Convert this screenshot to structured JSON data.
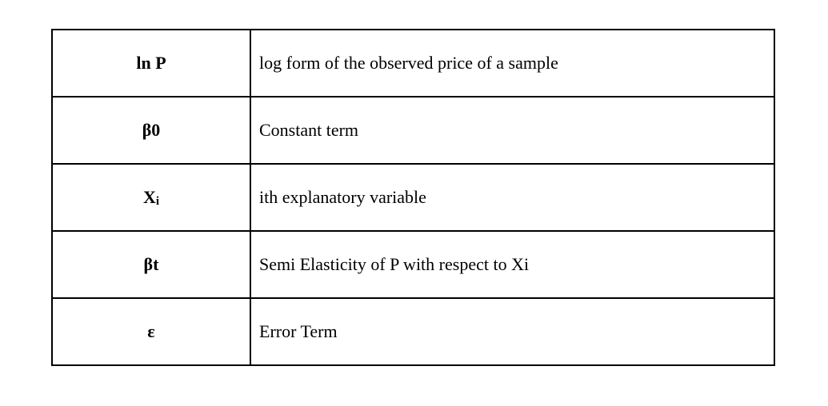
{
  "table": {
    "rows": [
      {
        "symbol": "ln P",
        "symbol_sub": "",
        "description": "log form of the observed price of a sample"
      },
      {
        "symbol": "β0",
        "symbol_sub": "",
        "description": "Constant term"
      },
      {
        "symbol": "X",
        "symbol_sub": "i",
        "description": "ith explanatory variable"
      },
      {
        "symbol": "βt",
        "symbol_sub": "",
        "description": "Semi Elasticity of P with respect to Xi"
      },
      {
        "symbol": "ε",
        "symbol_sub": "",
        "description": "Error Term"
      }
    ]
  }
}
